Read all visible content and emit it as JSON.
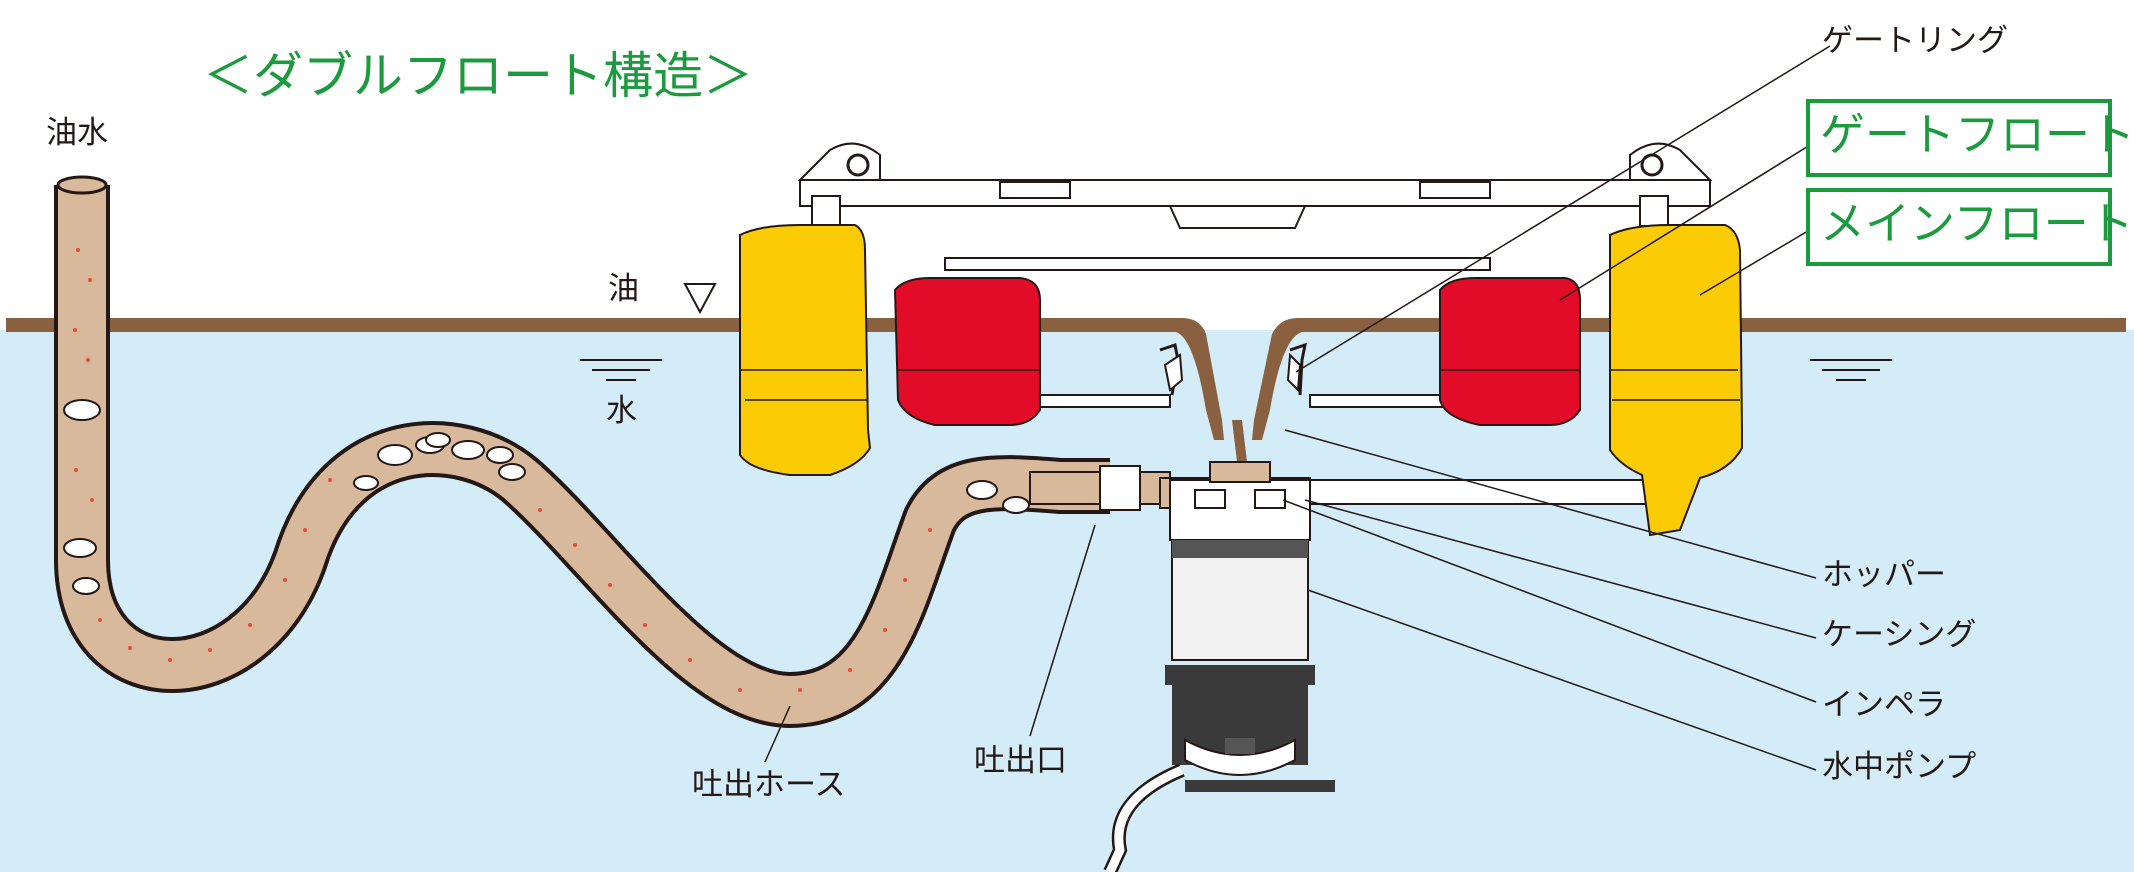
{
  "title": "＜ダブルフロート構造＞",
  "labels": {
    "oil_water": "油水",
    "oil": "油",
    "water": "水",
    "gate_ring": "ゲートリング",
    "gate_float": "ゲートフロート",
    "main_float": "メインフロート",
    "hopper": "ホッパー",
    "casing": "ケーシング",
    "impeller": "インペラ",
    "submersible_pump": "水中ポンプ",
    "discharge_port": "吐出口",
    "discharge_hose": "吐出ホース"
  },
  "colors": {
    "water": "#d4ebf8",
    "oil_layer": "#8a6140",
    "hose_fill": "#d9b99b",
    "main_float": "#fbcb05",
    "gate_float": "#e30c28",
    "title_green": "#1c9a3e",
    "droplets": "#e84a3a"
  }
}
